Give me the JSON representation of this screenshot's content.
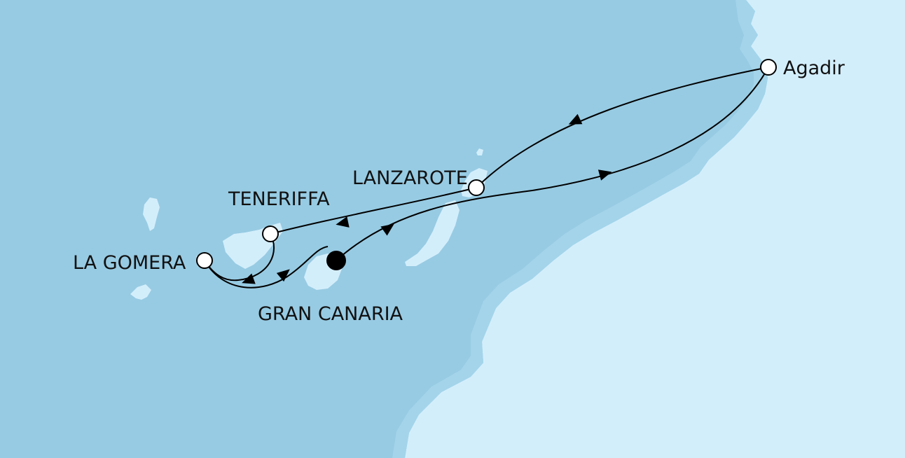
{
  "map": {
    "colors": {
      "ocean": "#97cbe3",
      "land": "#d3eefb",
      "route": "#000000",
      "port_marker": "#ffffff",
      "start_marker": "#000000"
    },
    "ports": [
      {
        "id": "agadir",
        "label": "Agadir",
        "marker": "open"
      },
      {
        "id": "lanzarote",
        "label": "LANZAROTE",
        "marker": "open"
      },
      {
        "id": "teneriffa",
        "label": "TENERIFFA",
        "marker": "open"
      },
      {
        "id": "la-gomera",
        "label": "LA GOMERA",
        "marker": "open"
      },
      {
        "id": "gran-canaria",
        "label": "GRAN CANARIA",
        "marker": "filled"
      }
    ],
    "route_order": [
      "gran-canaria",
      "agadir",
      "lanzarote",
      "teneriffa",
      "la-gomera",
      "gran-canaria"
    ]
  }
}
